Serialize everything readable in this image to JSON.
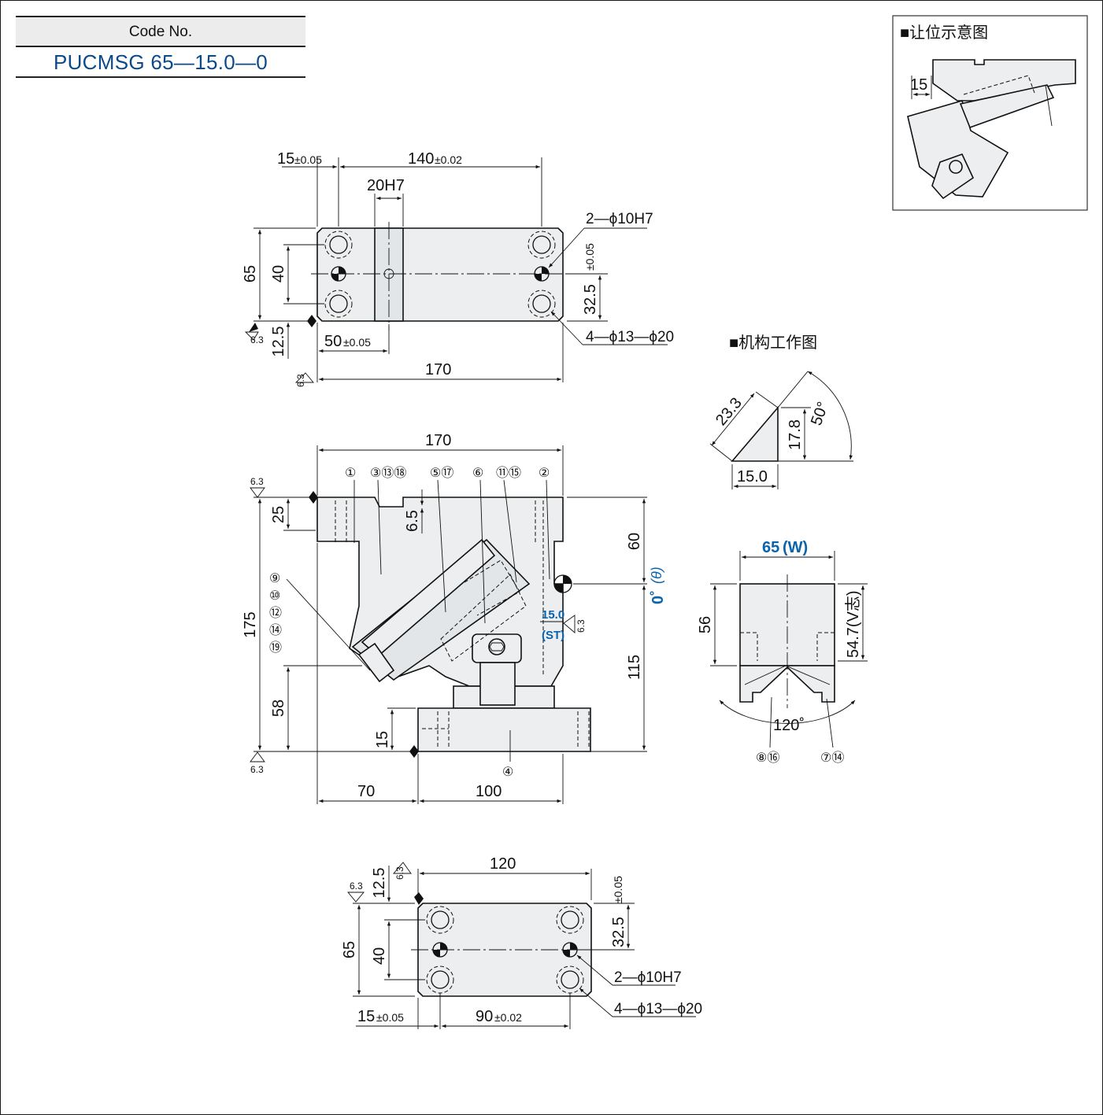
{
  "code_box": {
    "label": "Code No.",
    "value": "PUCMSG 65—15.0—0"
  },
  "relief_inset": {
    "title": "■让位示意图",
    "dim": "15"
  },
  "mechanism": {
    "title": "■机构工作图",
    "hyp": "23.3",
    "height": "17.8",
    "base": "15.0",
    "angle": "50°"
  },
  "top_view": {
    "d15": "15",
    "d15_tol": "±0.05",
    "d140": "140",
    "d140_tol": "±0.02",
    "d20h7": "20H7",
    "hole_a": "2—ϕ10H7",
    "d65": "65",
    "d40": "40",
    "d32_5": "32.5",
    "d32_5_tol": "±0.05",
    "d12_5": "12.5",
    "d50": "50",
    "d50_tol": "±0.05",
    "hole_b": "4—ϕ13—ϕ20",
    "d170": "170",
    "rough": "6.3"
  },
  "front_view": {
    "d170": "170",
    "d25": "25",
    "d6_5": "6.5",
    "d60": "60",
    "theta_deg": "0˚",
    "theta_sym": "(θ)",
    "st_val": "15.0",
    "st_lbl": "(ST)",
    "d175": "175",
    "d58": "58",
    "d15": "15",
    "d115": "115",
    "d70": "70",
    "d100": "100",
    "rough": "6.3",
    "balloons_top": [
      "①",
      "③⑬⑱",
      "⑤⑰",
      "⑥",
      "⑪⑮",
      "②"
    ],
    "balloons_left": [
      "⑨",
      "⑩",
      "⑫",
      "⑭",
      "⑲"
    ],
    "balloon_bottom": "④"
  },
  "side_view": {
    "width_val": "65",
    "width_lbl": "(W)",
    "d56": "56",
    "d54_7": "54.7(V志)",
    "angle": "120˚",
    "balloon_l": "⑧⑯",
    "balloon_r": "⑦⑭"
  },
  "bottom_view": {
    "d120": "120",
    "d12_5": "12.5",
    "d65": "65",
    "d40": "40",
    "d32_5": "32.5",
    "d32_5_tol": "±0.05",
    "hole_a": "2—ϕ10H7",
    "hole_b": "4—ϕ13—ϕ20",
    "d15": "15",
    "d15_tol": "±0.05",
    "d90": "90",
    "d90_tol": "±0.02",
    "rough": "6.3"
  }
}
